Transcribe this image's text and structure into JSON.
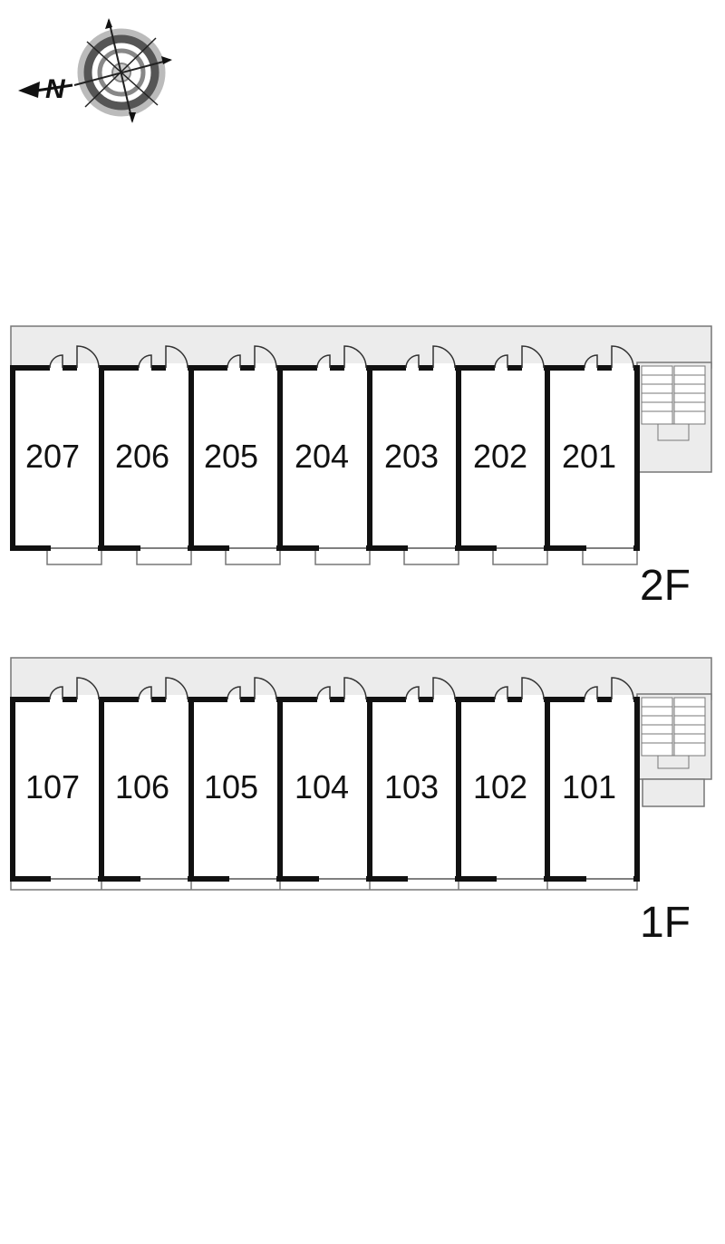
{
  "compass": {
    "north_letter": "N"
  },
  "floors": [
    {
      "label": "2F",
      "units": [
        "207",
        "206",
        "205",
        "204",
        "203",
        "202",
        "201"
      ]
    },
    {
      "label": "1F",
      "units": [
        "107",
        "106",
        "105",
        "104",
        "103",
        "102",
        "101"
      ]
    }
  ],
  "colors": {
    "wall": "#111111",
    "corridor": "#ececec",
    "outline": "#777777",
    "compass_ring": "#555555"
  }
}
